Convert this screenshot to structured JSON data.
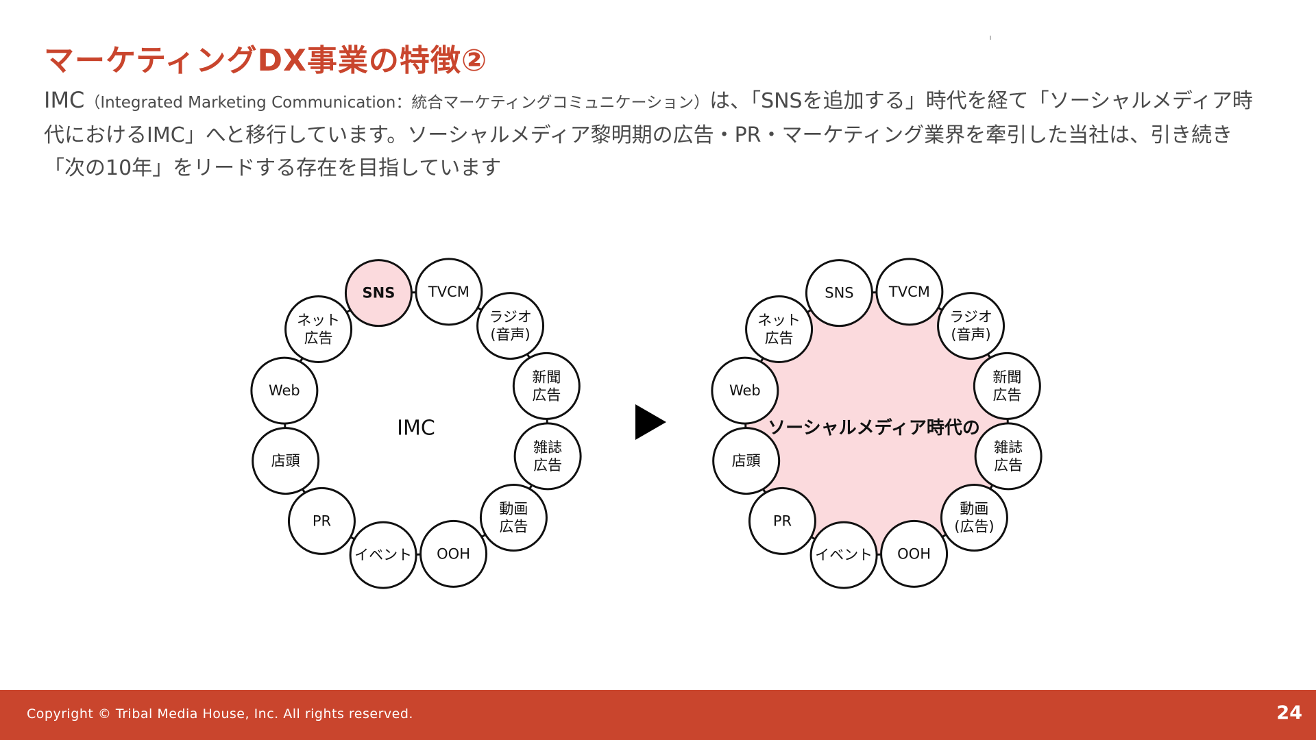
{
  "title": "マーケティングDX事業の特徴②",
  "intro": {
    "lead_prefix": "IMC",
    "abbrev_expansion": "（Integrated Marketing Communication：統合マーケティングコミュニケーション）",
    "body": "は、「SNSを追加する」時代を経て「ソーシャルメディア時代におけるIMC」へと移行しています。ソーシャルメディア黎明期の広告・PR・マーケティング業界を牽引した当社は、引き続き「次の10年」をリードする存在を目指しています"
  },
  "colors": {
    "accent": "#c9452d",
    "highlight_fill": "#fbdadd",
    "node_stroke": "#111111"
  },
  "diagrams": [
    {
      "center_label": "IMC",
      "highlight": "sns-node",
      "nodes": [
        {
          "name": "sns",
          "label": [
            "SNS"
          ],
          "bold": true
        },
        {
          "name": "tvcm",
          "label": [
            "TVCM"
          ]
        },
        {
          "name": "radio",
          "label": [
            "ラジオ",
            "(音声)"
          ]
        },
        {
          "name": "newspaper-ad",
          "label": [
            "新聞",
            "広告"
          ]
        },
        {
          "name": "magazine-ad",
          "label": [
            "雑誌",
            "広告"
          ]
        },
        {
          "name": "video-ad",
          "label": [
            "動画",
            "広告"
          ]
        },
        {
          "name": "ooh",
          "label": [
            "OOH"
          ]
        },
        {
          "name": "event",
          "label": [
            "イベント"
          ]
        },
        {
          "name": "pr",
          "label": [
            "PR"
          ]
        },
        {
          "name": "storefront",
          "label": [
            "店頭"
          ]
        },
        {
          "name": "web",
          "label": [
            "Web"
          ]
        },
        {
          "name": "net-ad",
          "label": [
            "ネット",
            "広告"
          ]
        }
      ]
    },
    {
      "center_label": "ソーシャルメディア時代の",
      "highlight": "center-area",
      "nodes": [
        {
          "name": "sns",
          "label": [
            "SNS"
          ]
        },
        {
          "name": "tvcm",
          "label": [
            "TVCM"
          ]
        },
        {
          "name": "radio",
          "label": [
            "ラジオ",
            "(音声)"
          ]
        },
        {
          "name": "newspaper-ad",
          "label": [
            "新聞",
            "広告"
          ]
        },
        {
          "name": "magazine-ad",
          "label": [
            "雑誌",
            "広告"
          ]
        },
        {
          "name": "video-ad",
          "label": [
            "動画",
            "(広告)"
          ]
        },
        {
          "name": "ooh",
          "label": [
            "OOH"
          ]
        },
        {
          "name": "event",
          "label": [
            "イベント"
          ]
        },
        {
          "name": "pr",
          "label": [
            "PR"
          ]
        },
        {
          "name": "storefront",
          "label": [
            "店頭"
          ]
        },
        {
          "name": "web",
          "label": [
            "Web"
          ]
        },
        {
          "name": "net-ad",
          "label": [
            "ネット",
            "広告"
          ]
        }
      ]
    }
  ],
  "arrow_icon": "play-triangle-icon",
  "footer": {
    "copyright": "Copyright © Tribal Media House, Inc. All rights reserved.",
    "page_number": "24"
  }
}
